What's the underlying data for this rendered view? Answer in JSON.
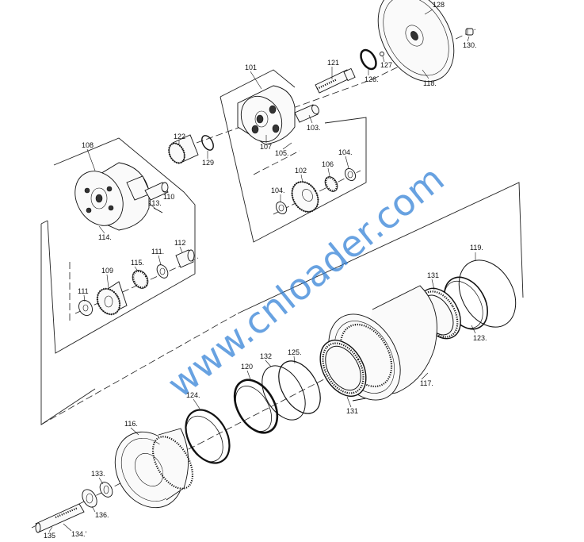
{
  "diagram": {
    "labels": [
      {
        "id": "l128",
        "text": "128"
      },
      {
        "id": "l130",
        "text": "130."
      },
      {
        "id": "l118",
        "text": "118."
      },
      {
        "id": "l127",
        "text": "127"
      },
      {
        "id": "l126",
        "text": "126."
      },
      {
        "id": "l121",
        "text": "121"
      },
      {
        "id": "l101",
        "text": "101"
      },
      {
        "id": "l103",
        "text": "103."
      },
      {
        "id": "l107",
        "text": "107"
      },
      {
        "id": "l105",
        "text": "105."
      },
      {
        "id": "l104a",
        "text": "104."
      },
      {
        "id": "l104b",
        "text": "104."
      },
      {
        "id": "l102",
        "text": "102"
      },
      {
        "id": "l106",
        "text": "106"
      },
      {
        "id": "l108",
        "text": "108"
      },
      {
        "id": "l122",
        "text": "122"
      },
      {
        "id": "l129",
        "text": "129"
      },
      {
        "id": "l110",
        "text": "110"
      },
      {
        "id": "l113",
        "text": "113."
      },
      {
        "id": "l114",
        "text": "114."
      },
      {
        "id": "l111a",
        "text": "111."
      },
      {
        "id": "l112",
        "text": "112"
      },
      {
        "id": "l115",
        "text": "115."
      },
      {
        "id": "l109",
        "text": "109"
      },
      {
        "id": "l111b",
        "text": "111"
      },
      {
        "id": "l119",
        "text": "119."
      },
      {
        "id": "l131a",
        "text": "131"
      },
      {
        "id": "l123",
        "text": "123."
      },
      {
        "id": "l117",
        "text": "117."
      },
      {
        "id": "l131b",
        "text": "131"
      },
      {
        "id": "l132",
        "text": "132"
      },
      {
        "id": "l125",
        "text": "125."
      },
      {
        "id": "l120",
        "text": "120"
      },
      {
        "id": "l124",
        "text": "124."
      },
      {
        "id": "l116",
        "text": "116."
      },
      {
        "id": "l133",
        "text": "133."
      },
      {
        "id": "l136",
        "text": "136."
      },
      {
        "id": "l135",
        "text": "135"
      },
      {
        "id": "l134",
        "text": "134.’"
      }
    ],
    "watermark": "www.cnloader.com",
    "watermark_color": "#2f7fd6"
  }
}
